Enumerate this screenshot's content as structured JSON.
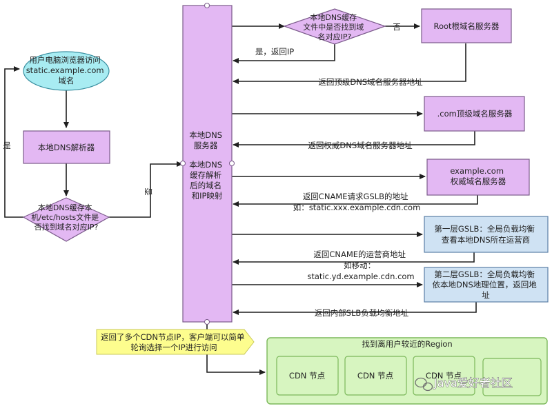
{
  "nodes": {
    "browser": [
      "用户电脑浏览器访问",
      "static.example.com",
      "域名"
    ],
    "local_resolver": [
      "本地DNS解析器"
    ],
    "hosts_check": [
      "本地DNS缓存本",
      "机/etc/hosts文件是",
      "否找到域名对应IP?"
    ],
    "local_dns_server_title": [
      "本地DNS",
      "服务器"
    ],
    "local_dns_server_cache": [
      "本地DNS",
      "缓存解析",
      "后的域名",
      "和IP映射"
    ],
    "cache_check": [
      "本地DNS缓存",
      "文件中是否找到域",
      "名对应IP?"
    ],
    "root_server": [
      "Root根域名服务器"
    ],
    "tld_server": [
      ".com顶级域名服务器"
    ],
    "auth_server": [
      "example.com",
      "权威域名服务器"
    ],
    "gslb1": [
      "第一层GSLB：全局负载均衡",
      "查看本地DNS所在运营商"
    ],
    "gslb2": [
      "第二层GSLB：全局负载均衡",
      "依本地DNS地理位置，返回地",
      "址"
    ],
    "note": [
      "返回了多个CDN节点IP，客户端可以简单",
      "轮询选择一个IP进行访问"
    ],
    "region_title": "找到离用户较近的Region",
    "cdn_nodes": [
      "CDN 节点",
      "CDN 节点",
      "CDN 节点",
      ""
    ]
  },
  "edge_labels": {
    "yes_left": "是",
    "no_middle": "否",
    "no_root": "否",
    "yes_return_ip": "是，返回IP",
    "return_tld": "返回顶级DNS域名服务器地址",
    "return_auth": "返回权威DNS域名服务器地址",
    "return_cname_gslb": [
      "返回CNAME请求GSLB的地址",
      "如：static.xxx.example.cdn.com"
    ],
    "return_cname_isp": [
      "返回CNAME的运营商地址",
      "如移动：",
      "static.yd.example.cdn.com"
    ],
    "return_slb": "返回内部SLB负载均衡地址"
  },
  "watermark": "Java爱好者社区",
  "colors": {
    "lavender": "#e3b8f3",
    "lavender_stroke": "#7a5a8a",
    "teal": "#a8ecf2",
    "blue": "#cfe2f3",
    "yellow": "#fdfd8e",
    "green": "#d7f5c0",
    "green_stroke": "#7bb85a",
    "line": "#1f1f1f"
  }
}
